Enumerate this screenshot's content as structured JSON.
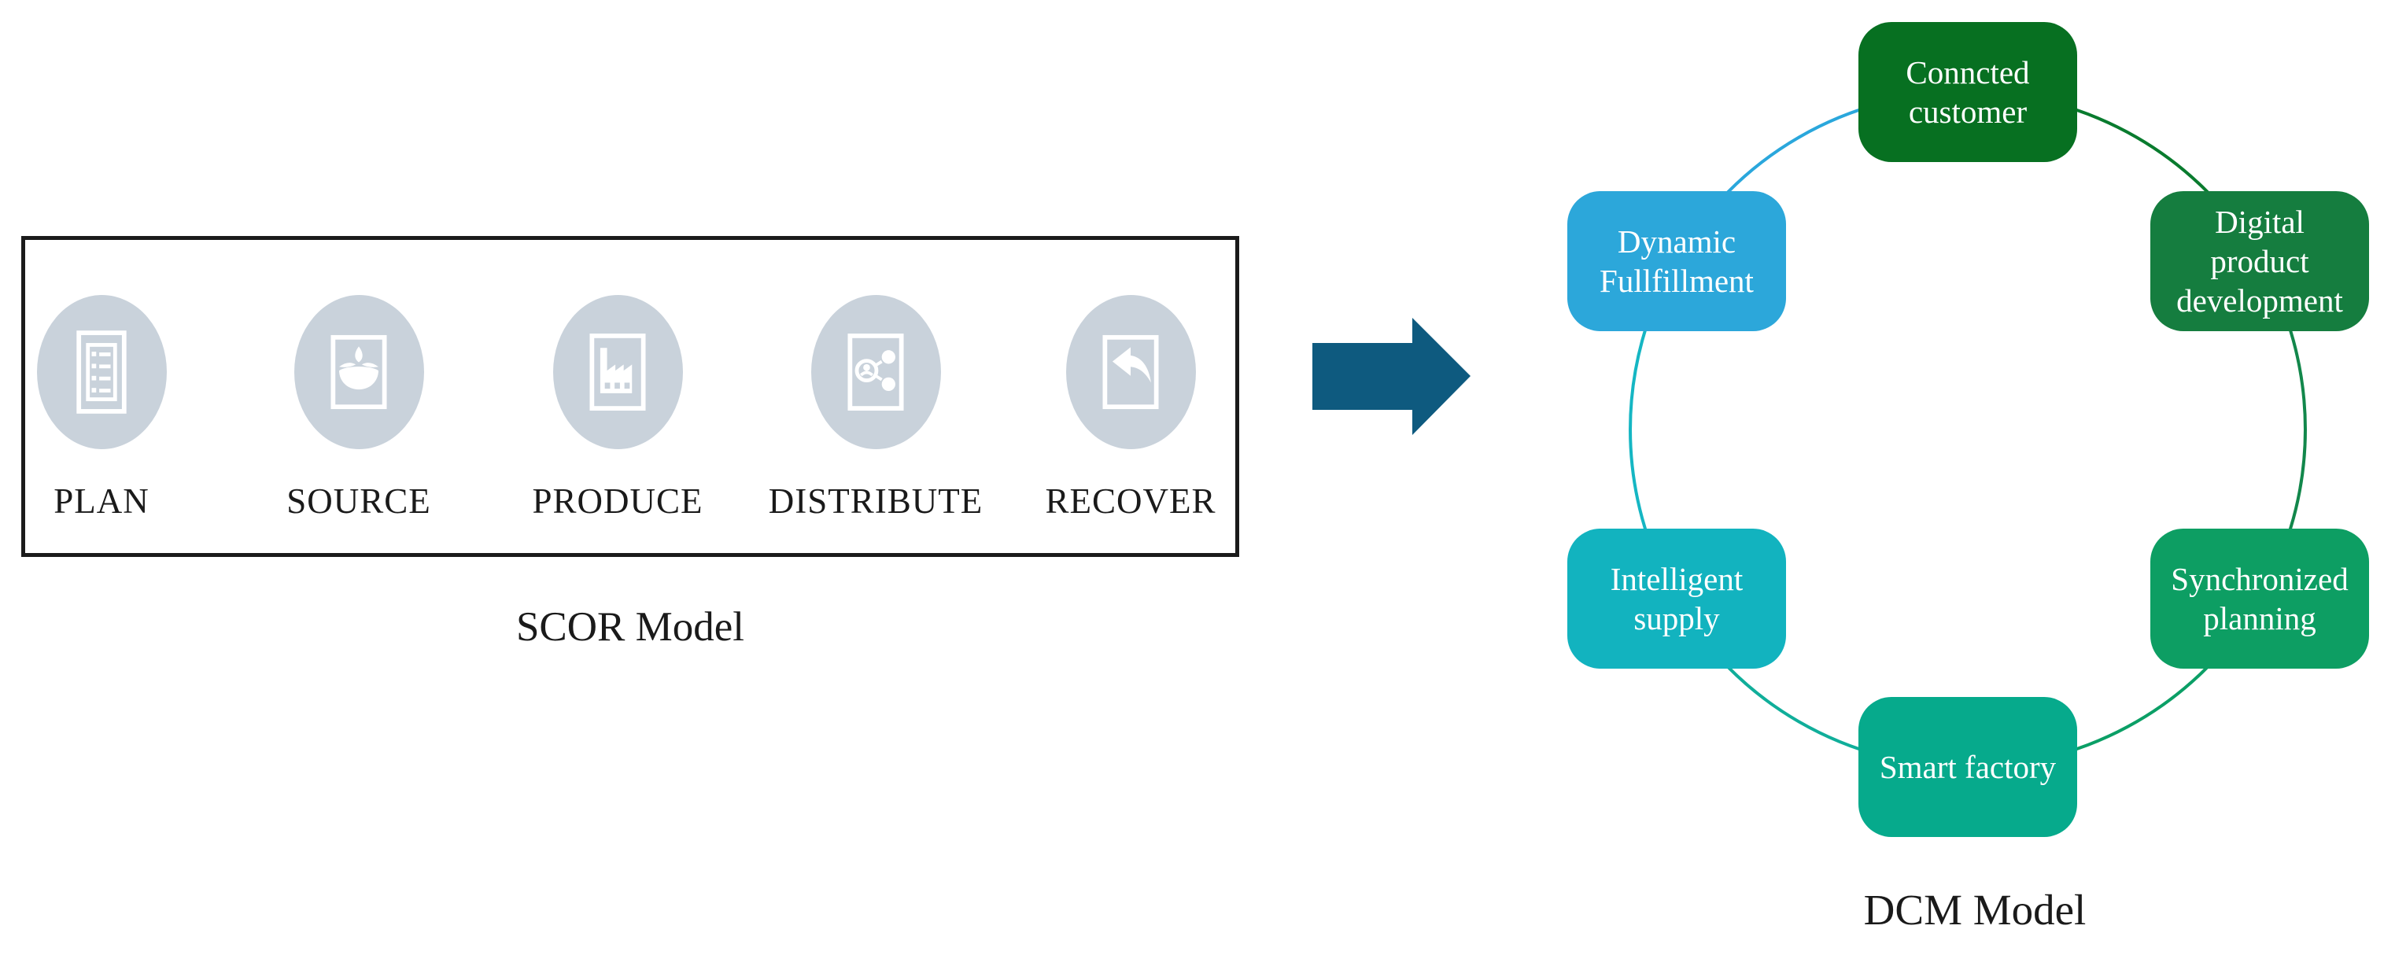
{
  "scor": {
    "caption": "SCOR Model",
    "icon_circle_color": "#c9d2db",
    "steps": [
      {
        "label": "PLAN",
        "icon": "checklist-icon"
      },
      {
        "label": "SOURCE",
        "icon": "oil-lamp-icon"
      },
      {
        "label": "PRODUCE",
        "icon": "factory-icon"
      },
      {
        "label": "DISTRIBUTE",
        "icon": "share-network-icon"
      },
      {
        "label": "RECOVER",
        "icon": "return-arrow-icon"
      }
    ]
  },
  "transition_arrow": {
    "color": "#0e5a7f"
  },
  "dcm": {
    "caption": "DCM Model",
    "nodes": [
      {
        "label": "Conncted\ncustomer",
        "color": "#077021"
      },
      {
        "label": "Digital\nproduct\ndevelopment",
        "color": "#157d3f"
      },
      {
        "label": "Synchronized\nplanning",
        "color": "#0d9e63"
      },
      {
        "label": "Smart factory",
        "color": "#06aa8c"
      },
      {
        "label": "Intelligent\nsupply",
        "color": "#12b3bf"
      },
      {
        "label": "Dynamic\nFullfillment",
        "color": "#2ca7da"
      }
    ],
    "ring_arc_colors": [
      "#2aa7dc",
      "#097b2e",
      "#12874b",
      "#0b9f66",
      "#10ae9a",
      "#15b6c3"
    ]
  }
}
